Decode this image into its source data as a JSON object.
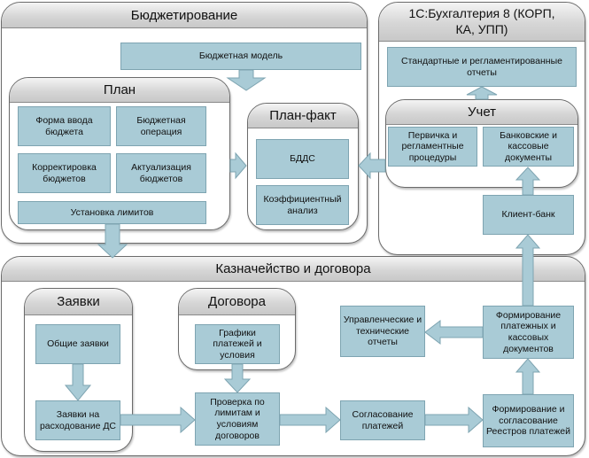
{
  "budgeting": {
    "title": "Бюджетирование",
    "budget_model": "Бюджетная модель",
    "plan": {
      "title": "План",
      "input_form": "Форма ввода бюджета",
      "budget_operation": "Бюджетная операция",
      "adjustment": "Корректировка бюджетов",
      "actualization": "Актуализация бюджетов",
      "limits": "Установка лимитов"
    },
    "plan_fact": {
      "title": "План-факт",
      "bdds": "БДДС",
      "ratio_analysis": "Коэффициентный анализ"
    }
  },
  "accounting_1c": {
    "title": "1С:Бухгалтерия 8 (КОРП, КА, УПП)",
    "std_reports": "Стандартные и регламентированные отчеты",
    "uchet": {
      "title": "Учет",
      "primary": "Первичка и регламентные процедуры",
      "bank_docs": "Банковские и кассовые документы"
    },
    "client_bank": "Клиент-банк"
  },
  "treasury": {
    "title": "Казначейство и договора",
    "requests": {
      "title": "Заявки",
      "general": "Общие заявки",
      "spending": "Заявки на расходование ДС"
    },
    "contracts": {
      "title": "Договора",
      "schedules": "Графики платежей и условия"
    },
    "check_limits": "Проверка по лимитам и условиям договоров",
    "approval": "Согласование платежей",
    "registers": "Формирование и согласование Реестров платежей",
    "payment_docs": "Формирование платежных и кассовых документов",
    "mgmt_reports": "Управленческие и технические отчеты"
  },
  "colors": {
    "box_fill": "#a9cbd6",
    "box_border": "#7ea4b1",
    "panel_border": "#6b6b6b",
    "header_fill": "#d6d6d6"
  }
}
